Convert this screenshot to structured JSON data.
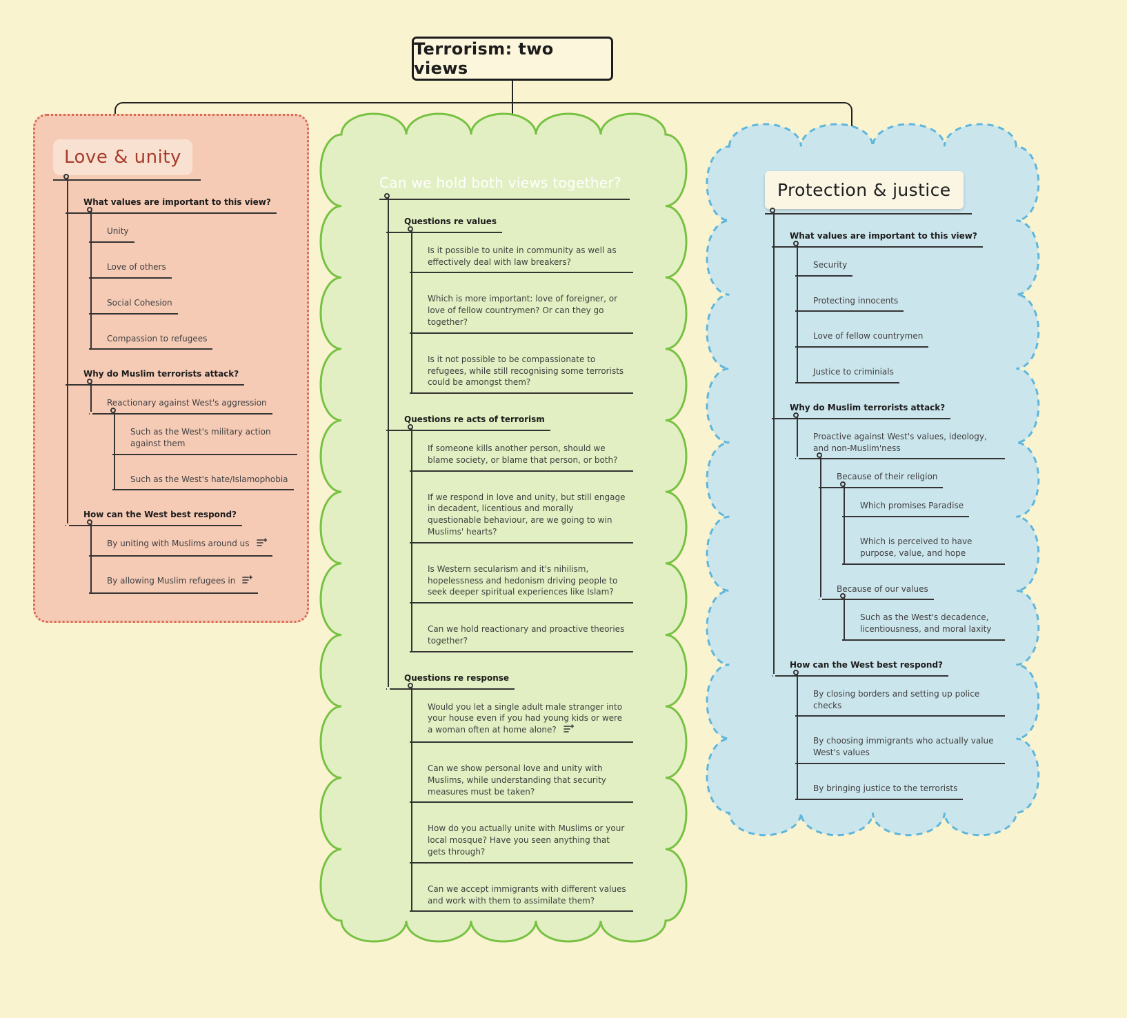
{
  "page": {
    "background": "#FAF3D0",
    "tree_line_color": "#333333",
    "connector_color": "#222222"
  },
  "root_node": {
    "title": "Terrorism: two views"
  },
  "panels": [
    {
      "id": "love-unity",
      "title": "Love & unity",
      "shape": "rounded-rect",
      "fill": "#F5CBB6",
      "border_color": "#D96A50",
      "border_style": "dotted",
      "title_color": "#A63B2A",
      "nodes": [
        {
          "text": "What values are important to this view?",
          "bold": true,
          "children": [
            {
              "text": "Unity"
            },
            {
              "text": "Love of others"
            },
            {
              "text": "Social Cohesion"
            },
            {
              "text": "Compassion to refugees"
            }
          ]
        },
        {
          "text": "Why do Muslim terrorists attack?",
          "bold": true,
          "children": [
            {
              "text": "Reactionary against West's aggression",
              "children": [
                {
                  "text": "Such as the West's military action against them"
                },
                {
                  "text": "Such as the West's hate/Islamophobia"
                }
              ]
            }
          ]
        },
        {
          "text": "How can the West best respond?",
          "bold": true,
          "children": [
            {
              "text": "By uniting with Muslims around us",
              "icon": "note"
            },
            {
              "text": "By allowing Muslim refugees in",
              "icon": "note"
            }
          ]
        }
      ]
    },
    {
      "id": "both-views",
      "title": "Can we hold both views together?",
      "shape": "cloud",
      "fill": "#E1EFC2",
      "border_color": "#77C143",
      "border_style": "solid",
      "title_color": "#FFFFFF",
      "nodes": [
        {
          "text": "Questions re values",
          "bold": true,
          "children": [
            {
              "text": "Is it possible to unite in community as well as effectively deal with law breakers?"
            },
            {
              "text": "Which is more important: love of foreigner, or love of fellow countrymen? Or can they go together?"
            },
            {
              "text": "Is it not possible to be compassionate to refugees, while still recognising some terrorists could be amongst them?"
            }
          ]
        },
        {
          "text": "Questions re acts of terrorism",
          "bold": true,
          "children": [
            {
              "text": "If someone kills another person, should we blame society, or blame that person, or both?"
            },
            {
              "text": "If we respond in love and unity, but still engage in decadent, licentious and morally questionable behaviour, are we going to win Muslims' hearts?"
            },
            {
              "text": "Is Western secularism and it's nihilism, hopelessness and hedonism driving people to seek deeper spiritual experiences like Islam?"
            },
            {
              "text": "Can we hold reactionary and proactive theories together?"
            }
          ]
        },
        {
          "text": "Questions re response",
          "bold": true,
          "children": [
            {
              "text": "Would you let a single adult male stranger into your house even if you had young kids or were a woman often at home alone?",
              "icon": "note"
            },
            {
              "text": "Can we show personal love and unity with Muslims, while understanding that security measures must be taken?"
            },
            {
              "text": "How do you actually unite with Muslims or your local mosque? Have you seen anything that gets through?"
            },
            {
              "text": "Can we accept immigrants with different values and work with them to assimilate them?"
            }
          ]
        }
      ]
    },
    {
      "id": "protection-justice",
      "title": "Protection & justice",
      "shape": "cloud",
      "fill": "#CBE5EC",
      "border_color": "#5FB6DB",
      "border_style": "dashed",
      "title_color": "#1d1d1d",
      "nodes": [
        {
          "text": "What values are important to this view?",
          "bold": true,
          "children": [
            {
              "text": "Security"
            },
            {
              "text": "Protecting innocents"
            },
            {
              "text": "Love of fellow countrymen"
            },
            {
              "text": "Justice to criminials"
            }
          ]
        },
        {
          "text": "Why do Muslim terrorists attack?",
          "bold": true,
          "children": [
            {
              "text": "Proactive against West's values, ideology, and non-Muslim'ness",
              "children": [
                {
                  "text": "Because of their religion",
                  "children": [
                    {
                      "text": "Which promises Paradise"
                    },
                    {
                      "text": "Which is perceived to have purpose, value, and hope"
                    }
                  ]
                },
                {
                  "text": "Because of our values",
                  "children": [
                    {
                      "text": "Such as the West's decadence, licentiousness, and moral laxity"
                    }
                  ]
                }
              ]
            }
          ]
        },
        {
          "text": "How can the West best respond?",
          "bold": true,
          "children": [
            {
              "text": "By closing borders and setting up police checks"
            },
            {
              "text": "By choosing immigrants who actually value West's values"
            },
            {
              "text": "By bringing justice to the terrorists"
            }
          ]
        }
      ]
    }
  ]
}
